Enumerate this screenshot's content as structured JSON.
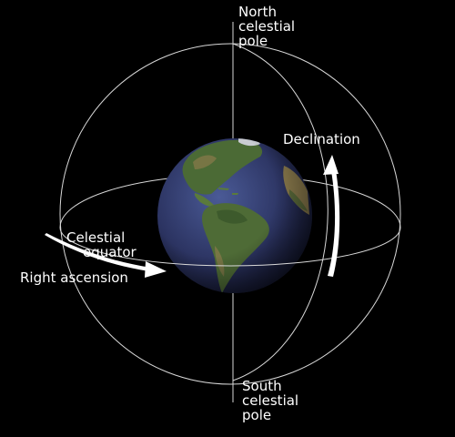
{
  "labels": {
    "north_pole": "North\ncelestial\npole",
    "declination": "Declination",
    "equator_line1": "Celestial",
    "equator_line2": "equator",
    "right_ascension": "Right ascension",
    "south_pole": "South\ncelestial\npole"
  },
  "colors": {
    "background": "#000000",
    "lines": "#d8d8d8",
    "text": "#ffffff",
    "ocean": "#2e3766",
    "land": "#4e6b36",
    "land_dry": "#8a7a4c",
    "arrow": "#ffffff"
  },
  "icons": {
    "earth": "earth-globe",
    "right_ascension_arrow": "curved-arrow-right",
    "declination_arrow": "curved-arrow-up"
  }
}
